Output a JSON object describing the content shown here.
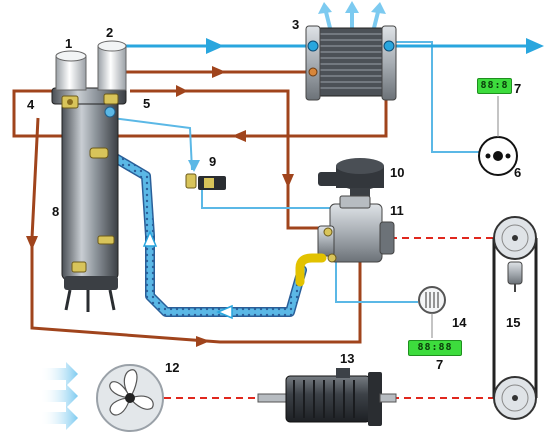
{
  "callouts": {
    "c1": "1",
    "c2": "2",
    "c3": "3",
    "c4": "4",
    "c5": "5",
    "c6": "6",
    "c7a": "7",
    "c7b": "7",
    "c8": "8",
    "c9": "9",
    "c10": "10",
    "c11": "11",
    "c12": "12",
    "c13": "13",
    "c14": "14",
    "c15": "15"
  },
  "displays": {
    "upper": "88:8",
    "lower": "88:88"
  },
  "colors": {
    "oil_line": "#a0441c",
    "air_line": "#5bb8e6",
    "air_arrow": "#29a6de",
    "drive_line": "#e0281e",
    "lcd": "#3ddc3d"
  }
}
